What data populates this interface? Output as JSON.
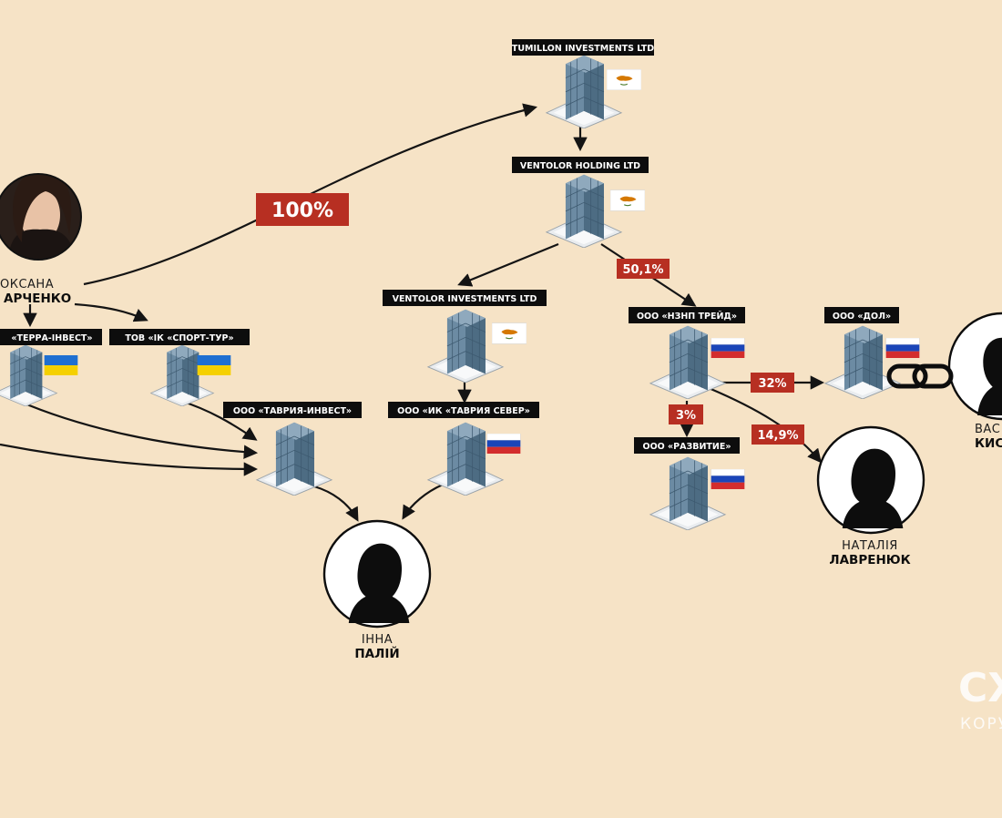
{
  "companies": {
    "tumillon": "TUMILLON INVESTMENTS LTD",
    "ventolor_holding": "VENTOLOR HOLDING LTD",
    "ventolor_investments": "VENTOLOR INVESTMENTS LTD",
    "nznp_treid": "ООО «НЗНП ТРЕЙД»",
    "dol": "ООО «ДОЛ»",
    "terra_invest": "«ТЕРРА-ІНВЕСТ»",
    "sport_tur": "ТОВ «ІК «СПОРТ-ТУР»",
    "tavria_invest": "ООО «ТАВРИЯ-ИНВЕСТ»",
    "tavria_sever": "ООО «ИК «ТАВРИЯ СЕВЕР»",
    "razvitie": "ООО «РАЗВИТИЕ»"
  },
  "percentages": {
    "p100": "100%",
    "p50_1": "50,1%",
    "p32": "32%",
    "p3": "3%",
    "p14_9": "14,9%"
  },
  "persons": {
    "oksana": {
      "first": "ОКСАНА",
      "last": "АРЧЕНКО"
    },
    "inna": {
      "first": "ІННА",
      "last": "ПАЛІЙ"
    },
    "natalia": {
      "first": "НАТАЛІЯ",
      "last": "ЛАВРЕНЮК"
    },
    "vasyl": {
      "first": "ВАС",
      "last": "КИС"
    }
  },
  "watermark": {
    "logo": "СХ",
    "sub": "КОРУ"
  },
  "colors": {
    "background": "#f6e3c6",
    "label": "#0d0d0d",
    "percent_badge": "#b72f22",
    "building": "#6e8fa6"
  },
  "flags": {
    "cyprus": "cyprus-flag",
    "ukraine": "ukraine-flag",
    "russia": "russia-flag"
  }
}
